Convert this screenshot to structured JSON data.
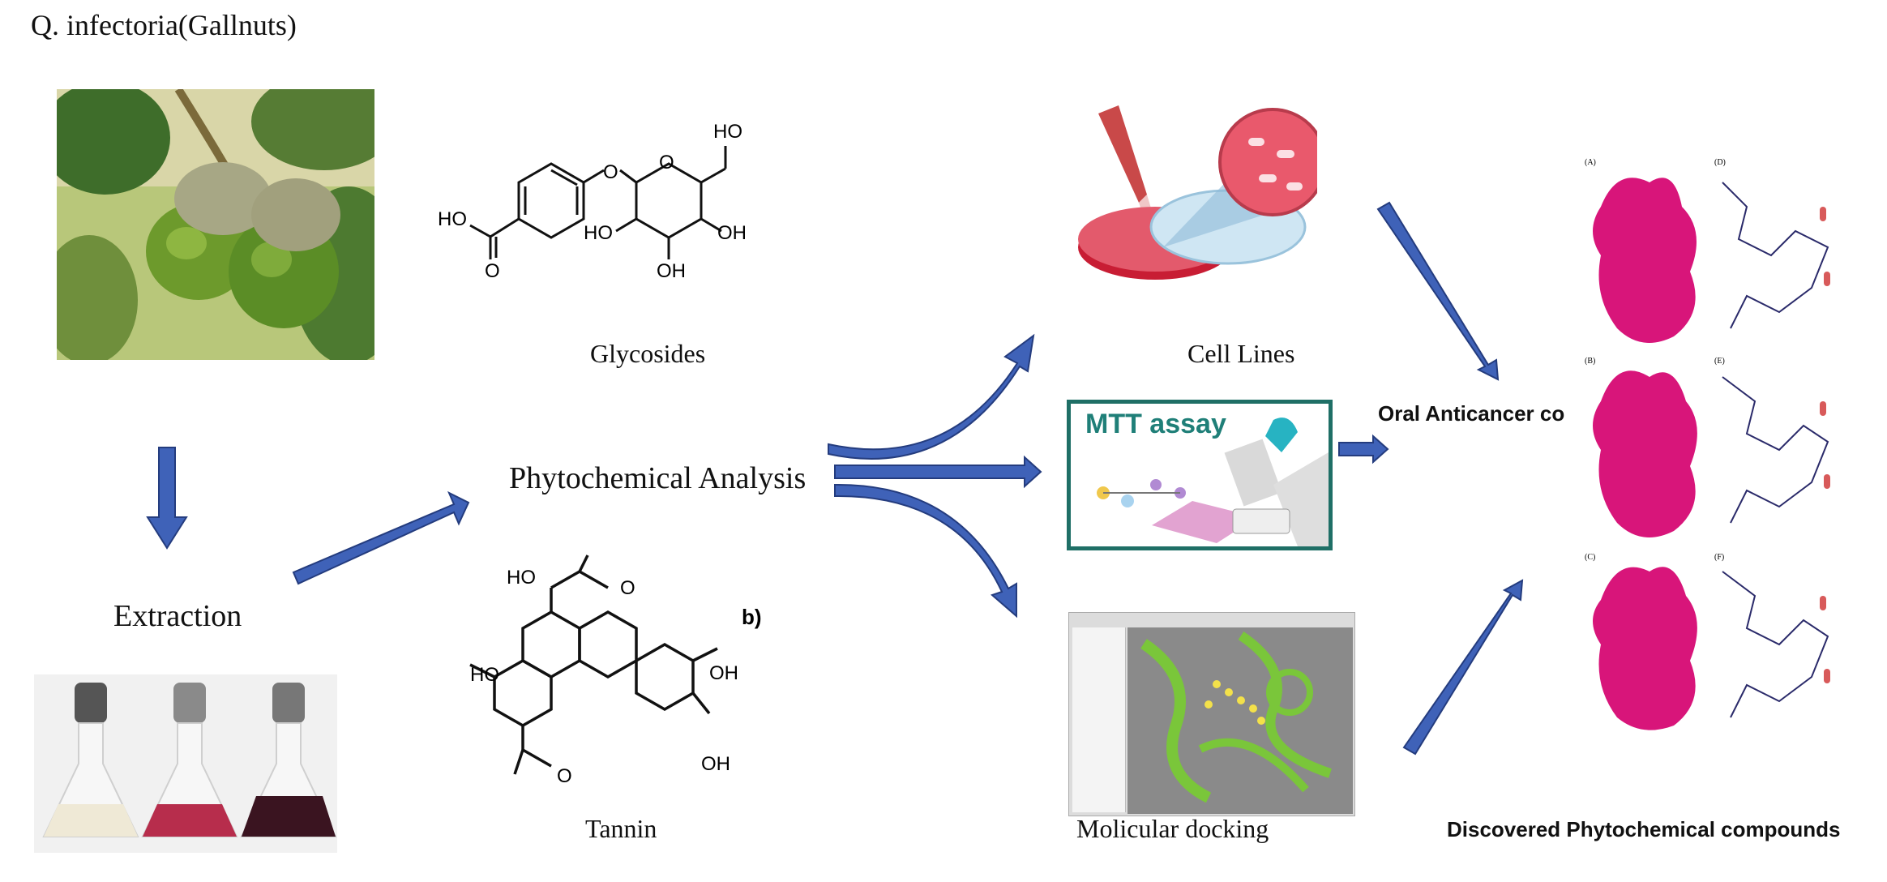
{
  "title": "Q. infectoria(Gallnuts)",
  "labels": {
    "extraction": "Extraction",
    "glycosides": "Glycosides",
    "tannin": "Tannin",
    "phytochemical_analysis": "Phytochemical Analysis",
    "cell_lines": "Cell Lines",
    "mtt_assay": "MTT assay",
    "molecular_docking": "Molicular docking",
    "oral_anticancer": "Oral Anticancer co",
    "discovered": "Discovered Phytochemical compounds"
  },
  "molecule_labels": {
    "glycoside_ho_top": "HO",
    "glycoside_o_ring": "O",
    "glycoside_o_ring2": "O",
    "glycoside_ho_left": "HO",
    "glycoside_o_bottom": "O",
    "glycoside_ho_a": "HO",
    "glycoside_oh_b": "OH",
    "glycoside_oh_c": "OH",
    "tannin_ho_1": "HO",
    "tannin_ho_2": "HO",
    "tannin_oh_1": "OH",
    "tannin_oh_2": "OH",
    "tannin_o_1": "O",
    "tannin_o_2": "O",
    "tannin_b": "b)"
  },
  "panel_labels": [
    "(A)",
    "(D)",
    "(B)",
    "(E)",
    "(C)",
    "(F)"
  ],
  "colors": {
    "arrow_blue": "#3f62b8",
    "arrow_outline": "#243c7e",
    "protein_magenta": "#d8157a",
    "mtt_border": "#1f6f66",
    "mtt_title": "#1f7f78",
    "docking_bg": "#8a8a8a",
    "docking_green": "#7ac63a"
  }
}
